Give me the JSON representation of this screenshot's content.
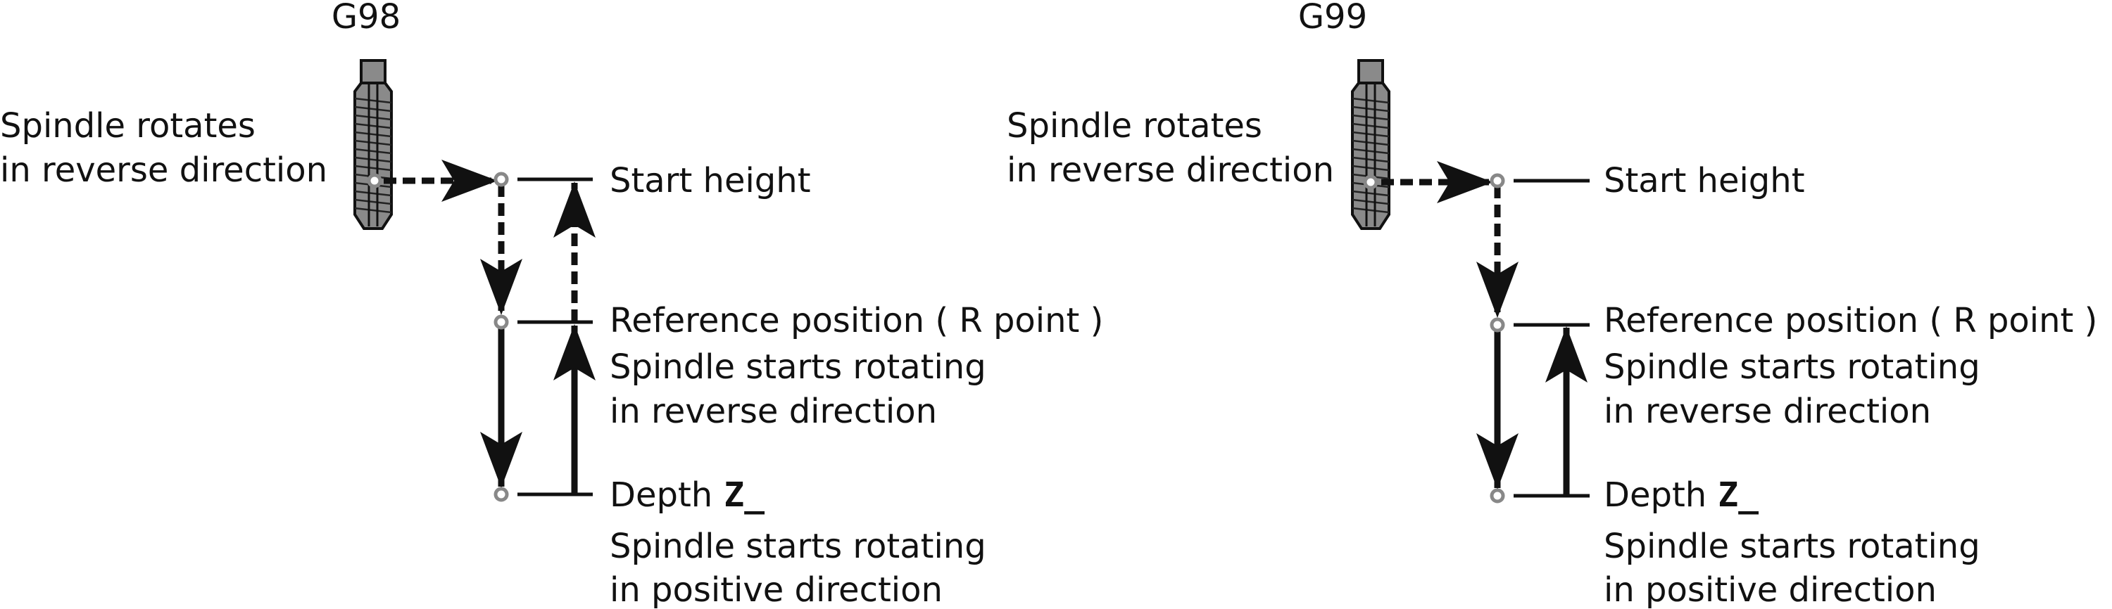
{
  "panels": [
    {
      "id": "g98",
      "title": "G98",
      "tool_label_line1": "Spindle rotates",
      "tool_label_line2": "in reverse direction",
      "start_height": "Start height",
      "reference_position": "Reference position ( R point )",
      "ref_note_line1": "Spindle starts rotating",
      "ref_note_line2": "in reverse direction",
      "depth_prefix": "Depth",
      "depth_var": "Z_",
      "depth_note_line1": "Spindle starts rotating",
      "depth_note_line2": "in positive direction",
      "return_to": "start"
    },
    {
      "id": "g99",
      "title": "G99",
      "tool_label_line1": "Spindle rotates",
      "tool_label_line2": "in reverse direction",
      "start_height": "Start height",
      "reference_position": "Reference position ( R point )",
      "ref_note_line1": "Spindle starts rotating",
      "ref_note_line2": "in reverse direction",
      "depth_prefix": "Depth",
      "depth_var": "Z_",
      "depth_note_line1": "Spindle starts rotating",
      "depth_note_line2": "in positive direction",
      "return_to": "reference"
    }
  ],
  "legend": {
    "rapid_traverse": "dashed",
    "cutting_feed": "solid"
  },
  "colors": {
    "ink": "#111111",
    "tool_body": "#8a8a8a",
    "node": "#888888"
  }
}
